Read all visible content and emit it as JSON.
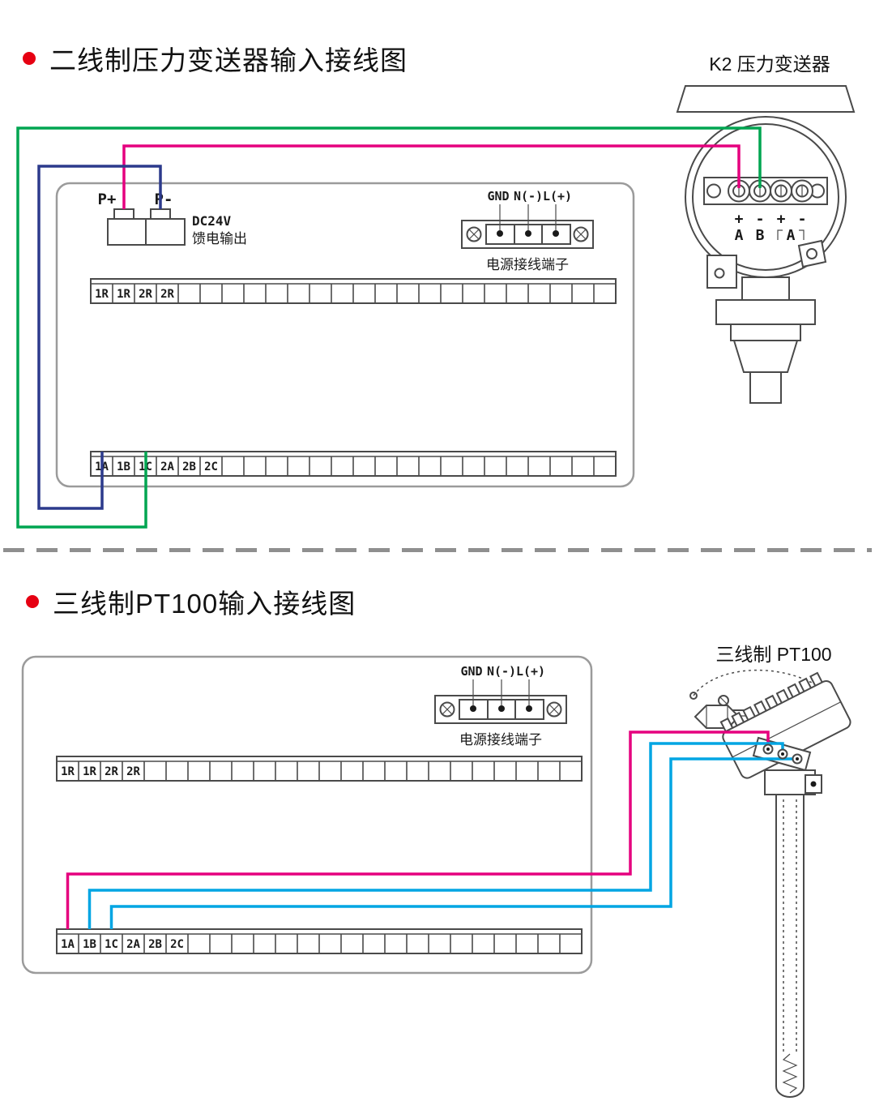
{
  "colors": {
    "bullet": "#e60012",
    "wire_green": "#00a551",
    "wire_pink": "#e5007e",
    "wire_navy": "#2c3a8c",
    "wire_cyan": "#00a5e3"
  },
  "section1": {
    "title": "二线制压力变送器输入接线图",
    "device_label": "K2 压力变送器",
    "feed": {
      "p_plus": "P+",
      "p_minus": "P-",
      "line1": "DC24V",
      "line2": "馈电输出"
    },
    "power": {
      "gnd": "GND",
      "n": "N(-)",
      "l": "L(+)",
      "caption": "电源接线端子"
    },
    "strip_top": [
      "1R",
      "1R",
      "2R",
      "2R"
    ],
    "strip_bottom": [
      "1A",
      "1B",
      "1C",
      "2A",
      "2B",
      "2C"
    ],
    "transmitter": {
      "polarity": [
        "+",
        "-",
        "+",
        "-"
      ],
      "channels": [
        "A",
        "B",
        "A"
      ]
    }
  },
  "section2": {
    "title": "三线制PT100输入接线图",
    "device_label": "三线制 PT100",
    "power": {
      "gnd": "GND",
      "n": "N(-)",
      "l": "L(+)",
      "caption": "电源接线端子"
    },
    "strip_top": [
      "1R",
      "1R",
      "2R",
      "2R"
    ],
    "strip_bottom": [
      "1A",
      "1B",
      "1C",
      "2A",
      "2B",
      "2C"
    ]
  }
}
